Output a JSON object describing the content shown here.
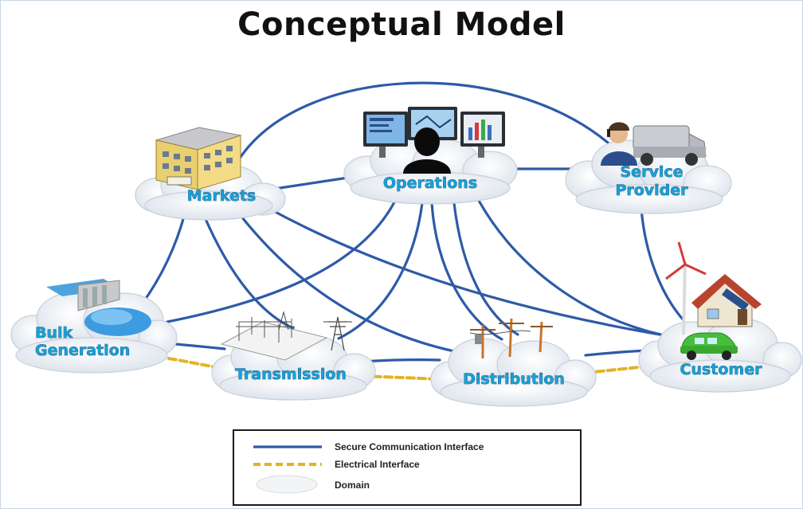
{
  "title": "Conceptual Model",
  "domains": {
    "markets": {
      "label": "Markets"
    },
    "operations": {
      "label": "Operations"
    },
    "service_provider": {
      "line1": "Service",
      "line2": "Provider"
    },
    "bulk_generation": {
      "line1": "Bulk",
      "line2": "Generation"
    },
    "transmission": {
      "label": "Transmission"
    },
    "distribution": {
      "label": "Distribution"
    },
    "customer": {
      "label": "Customer"
    }
  },
  "legend": {
    "secure": "Secure Communication Interface",
    "electrical": "Electrical Interface",
    "domain": "Domain"
  },
  "colors": {
    "communication_line": "#2e5aa8",
    "electrical_line": "#e3b422",
    "label_fill": "#1a9fd6",
    "cloud_fill": "#eef2f7"
  }
}
